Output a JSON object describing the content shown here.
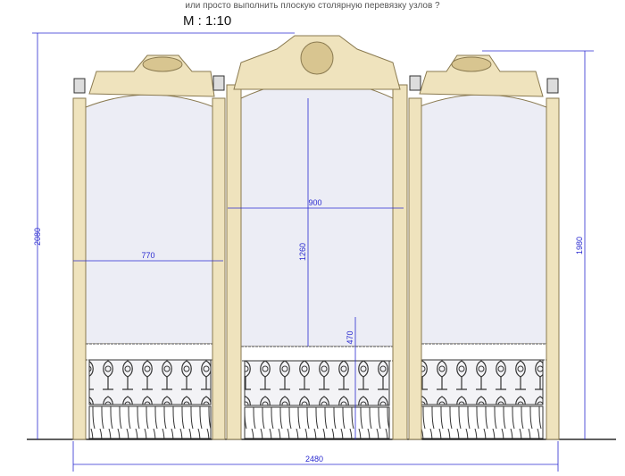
{
  "caption": "или просто выполнить плоскую столярную перевязку узлов ?",
  "scale": "М : 1:10",
  "dimensions": {
    "total_height": "2080",
    "side_height": "1980",
    "total_width": "2480",
    "side_panel_width": "770",
    "center_panel_width": "900",
    "panel_height": "1260",
    "balustrade_height": "470"
  },
  "colors": {
    "wood": "#efe3bd",
    "dimension": "#2a2ad0",
    "panel": "#ecedf5"
  }
}
